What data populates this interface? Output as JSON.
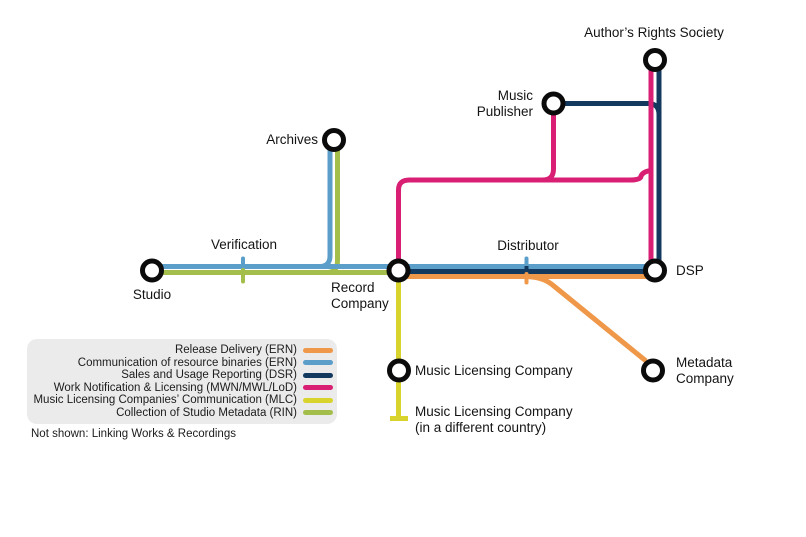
{
  "colors": {
    "release_delivery": "#EF9849",
    "resource_binaries": "#5B9EC9",
    "sales_usage": "#14395E",
    "work_licensing": "#D81F74",
    "mlc": "#D8D42D",
    "rin": "#A4BE4C",
    "legend_bg": "#EBEBEB",
    "station_ring": "#0B0B0B"
  },
  "stations": {
    "studio": "Studio",
    "verification": "Verification",
    "archives": "Archives",
    "record_company": "Record\nCompany",
    "distributor": "Distributor",
    "dsp": "DSP",
    "author_rights_society": "Author’s Rights Society",
    "music_publisher": "Music\nPublisher",
    "music_licensing_company": "Music Licensing Company",
    "music_licensing_company_other": "Music Licensing Company\n(in a different country)",
    "metadata_company": "Metadata\nCompany"
  },
  "legend": {
    "items": [
      {
        "label": "Release Delivery (ERN)",
        "color": "#EF9849"
      },
      {
        "label": "Communication of resource binaries (ERN)",
        "color": "#5B9EC9"
      },
      {
        "label": "Sales and Usage Reporting (DSR)",
        "color": "#14395E"
      },
      {
        "label": "Work Notification & Licensing (MWN/MWL/LoD)",
        "color": "#D81F74"
      },
      {
        "label": "Music Licensing Companies’ Communication (MLC)",
        "color": "#D8D42D"
      },
      {
        "label": "Collection of Studio Metadata (RIN)",
        "color": "#A4BE4C"
      }
    ],
    "note": "Not shown: Linking Works & Recordings"
  }
}
